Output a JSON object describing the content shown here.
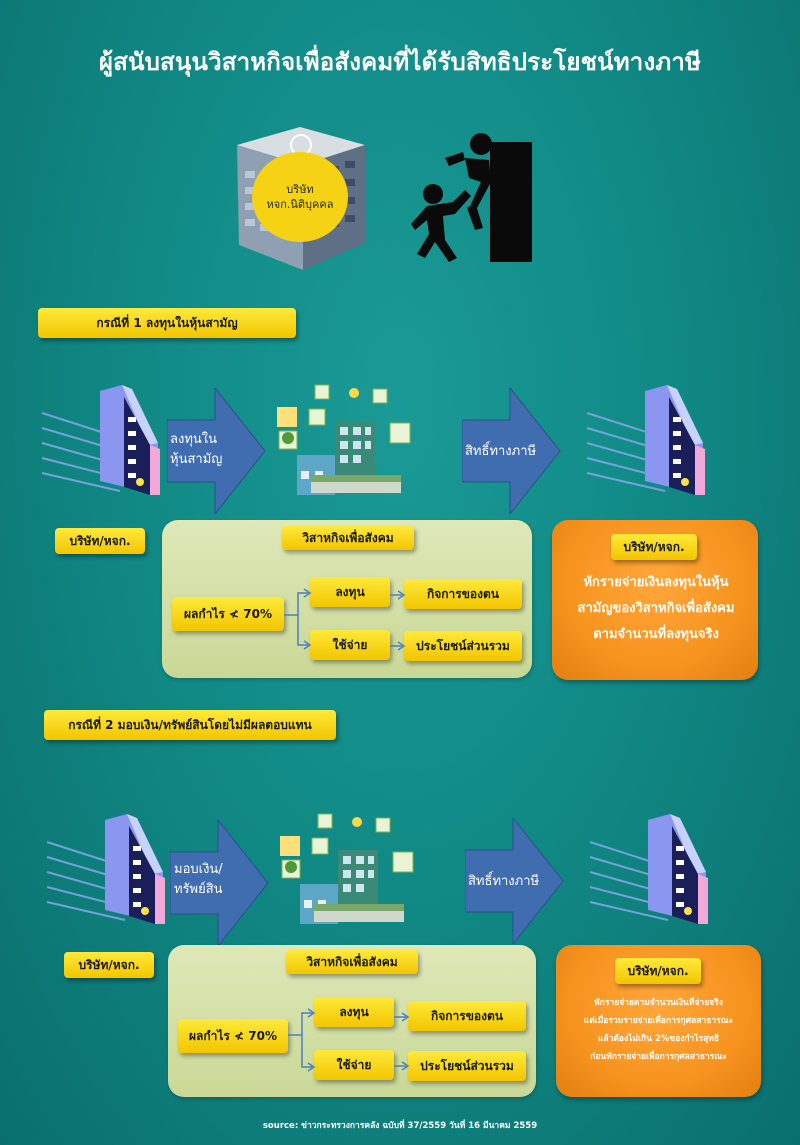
{
  "title": "ผู้สนับสนุนวิสาหกิจเพื่อสังคมที่ได้รับสิทธิประโยชน์ทางภาษี",
  "hero": {
    "building_label": "บริษัท หจก.นิติบุคคล",
    "building_label_line1": "บริษัท",
    "building_label_line2": "หจก.นิติบุคคล"
  },
  "case1": {
    "header": "กรณีที่ 1 ลงทุนในหุ้นสามัญ",
    "arrow1_line1": "ลงทุนใน",
    "arrow1_line2": "หุ้นสามัญ",
    "arrow2": "สิทธิ์ทางภาษี",
    "company_label": "บริษัท/หจก.",
    "se_label": "วิสาหกิจเพื่อสังคม",
    "profit": "ผลกำไร ≮ 70%",
    "invest": "ลงทุน",
    "spend": "ใช้จ่าย",
    "own_business": "กิจการของตน",
    "public_benefit": "ประโยชน์ส่วนรวม",
    "result_title": "บริษัท/หจก.",
    "result_line1": "หักรายจ่ายเงินลงทุนในหุ้น",
    "result_line2": "สามัญของวิสาหกิจเพื่อสังคม",
    "result_line3": "ตามจำนวนที่ลงทุนจริง"
  },
  "case2": {
    "header": "กรณีที่ 2 มอบเงิน/ทรัพย์สินโดยไม่มีผลตอบแทน",
    "arrow1_line1": "มอบเงิน/",
    "arrow1_line2": "ทรัพย์สิน",
    "arrow2": "สิทธิ์ทางภาษี",
    "company_label": "บริษัท/หจก.",
    "se_label": "วิสาหกิจเพื่อสังคม",
    "profit": "ผลกำไร ≮ 70%",
    "invest": "ลงทุน",
    "spend": "ใช้จ่าย",
    "own_business": "กิจการของตน",
    "public_benefit": "ประโยชน์ส่วนรวม",
    "result_title": "บริษัท/หจก.",
    "result_line1": "หักรายจ่ายตามจำนวนเงินที่จ่ายจริง",
    "result_line2": "แต่เมื่อรวมรายจ่ายเพื่อการกุศลสาธารณะ",
    "result_line3": "แล้วต้องไม่เกิน 2%ของกำไรสุทธิ",
    "result_line4": "ก่อนหักรายจ่ายเพื่อการกุศลสาธารณะ"
  },
  "source": "source: ข่าวกระทรวงการคลัง ฉบับที่ 37/2559 วันที่ 16 มีนาคม 2559",
  "colors": {
    "background": "#118a86",
    "yellow": "#f5d000",
    "orange": "#f7931e",
    "green_panel": "#d2deA2",
    "arrow_blue": "#3f6db0"
  }
}
